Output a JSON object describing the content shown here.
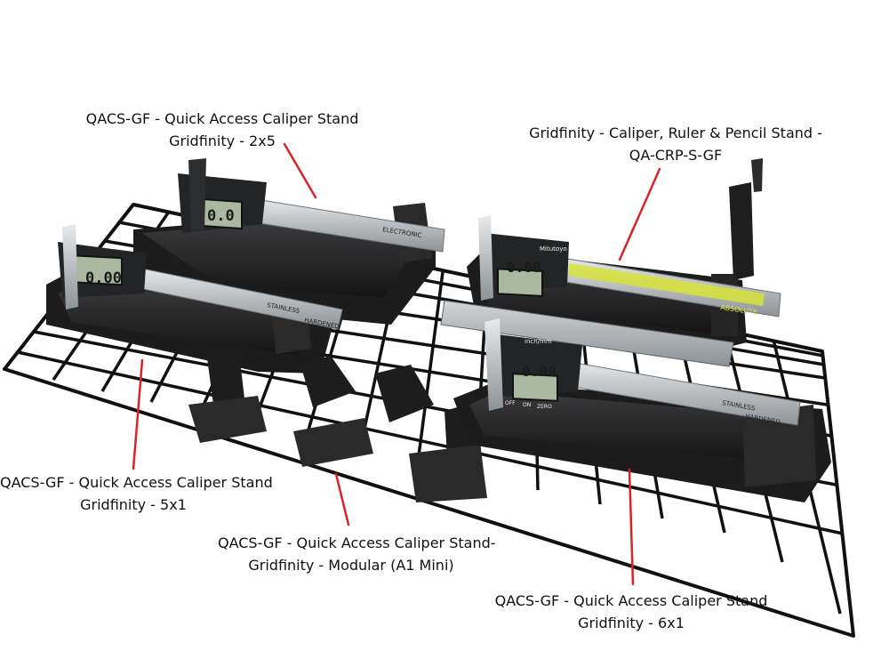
{
  "labels": {
    "stand_2x5": {
      "line1": "QACS-GF - Quick Access Caliper Stand",
      "line2": "Gridfinity - 2x5"
    },
    "crp_stand": {
      "line1": "Gridfinity - Caliper, Ruler & Pencil Stand -",
      "line2": "QA-CRP-S-GF"
    },
    "stand_5x1": {
      "line1": "QACS-GF - Quick Access Caliper Stand",
      "line2": "Gridfinity - 5x1"
    },
    "stand_modular": {
      "line1": "QACS-GF - Quick Access Caliper Stand-",
      "line2": "Gridfinity - Modular  (A1 Mini)"
    },
    "stand_6x1": {
      "line1": "QACS-GF - Quick Access Caliper Stand",
      "line2": "Gridfinity - 6x1"
    }
  },
  "displays": {
    "caliper_2x5": "0.0",
    "caliper_5x1": "0.00",
    "caliper_crp": "0.00",
    "caliper_6x1": "0.00"
  },
  "caliper_text": {
    "brand_mitutoyo": "Mitutoyo",
    "electronic": "ELECTRONIC",
    "stainless": "STAINLESS",
    "hardened": "HARDENED",
    "absolute": "ABSOLUTE",
    "inch_mm": "inch/mm",
    "off": "OFF",
    "on": "ON",
    "zero": "ZERO"
  },
  "colors": {
    "background": "#ffffff",
    "annotation_line": "#d8232a",
    "grid": "#111111",
    "stand": "#1b1b1c",
    "lcd": "#a9b89f"
  }
}
